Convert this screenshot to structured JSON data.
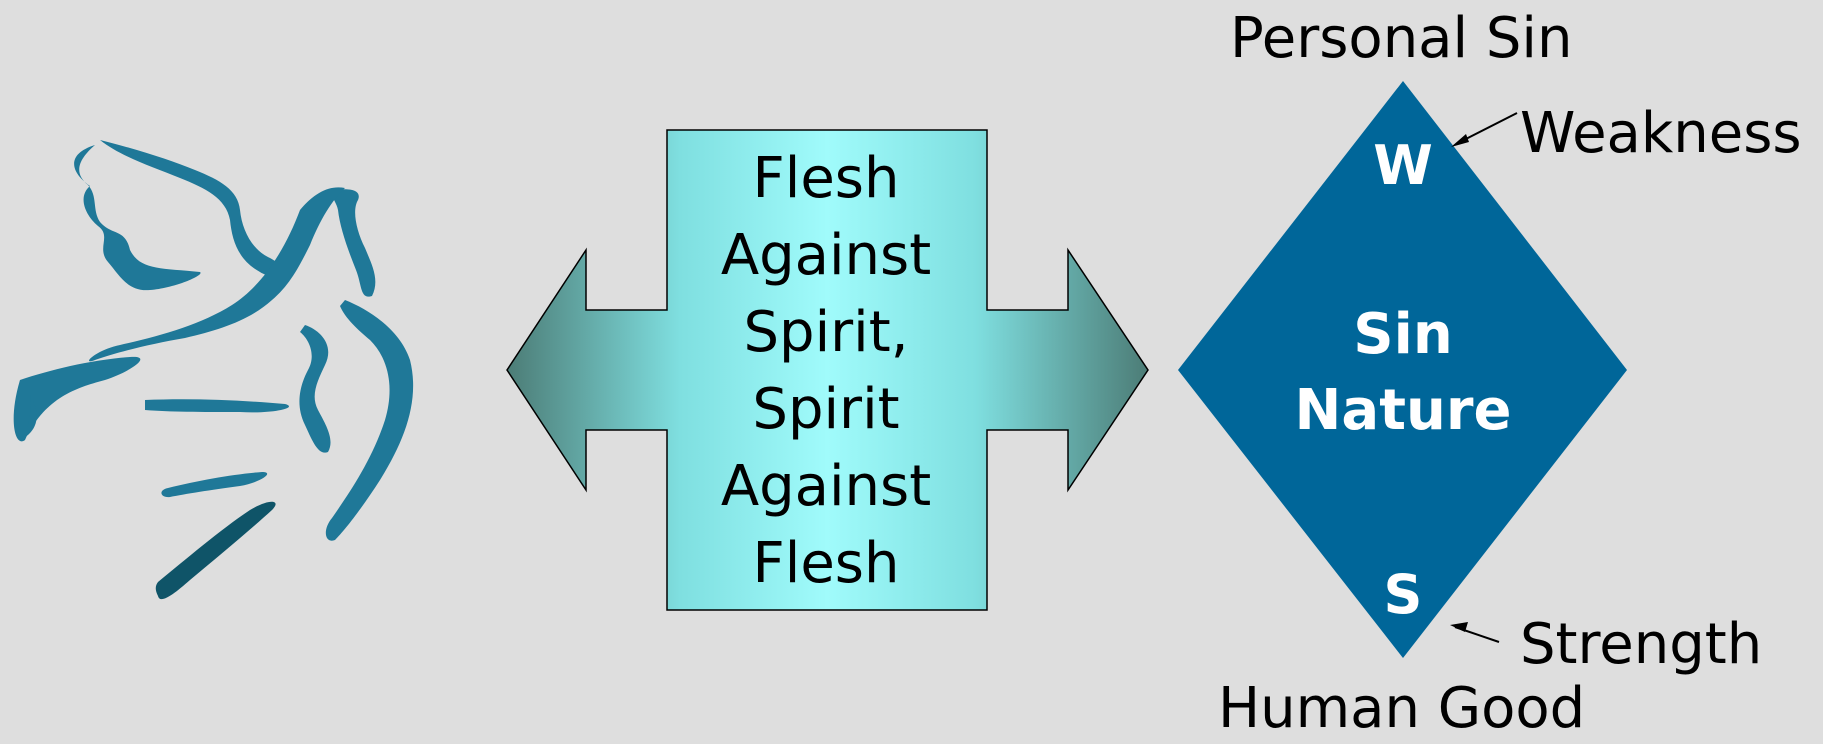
{
  "center_box": {
    "lines": [
      "Flesh",
      "Against",
      "Spirit,",
      "Spirit",
      "Against",
      "Flesh"
    ]
  },
  "diamond": {
    "top_label": "Personal Sin",
    "bottom_label": "Human Good",
    "top_letter": "W",
    "bottom_letter": "S",
    "center_line1": "Sin",
    "center_line2": "Nature",
    "weakness_label": "Weakness",
    "strength_label": "Strength",
    "color": "#006699"
  },
  "colors": {
    "background": "#dedede",
    "box_gradient_edge": "#6ad3d6",
    "box_gradient_center": "#9ffafa",
    "arrow_dark": "#4c7c76",
    "dove": "#1f7898"
  },
  "icons": [
    "dove-icon"
  ]
}
